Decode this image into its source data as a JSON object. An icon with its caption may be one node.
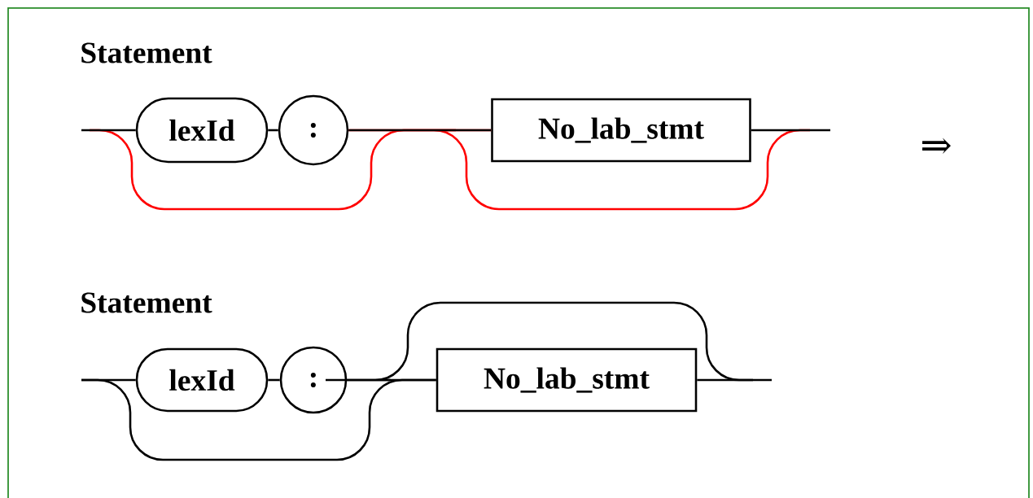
{
  "diagram": {
    "nodes": [
      {
        "text": [
          "lexId"
        ]
      },
      {
        "text": [
          ":"
        ]
      },
      {
        "text": [
          "No_lab_stmt"
        ]
      },
      {
        "text": [
          "lexId"
        ]
      },
      {
        "text": [
          ":"
        ]
      },
      {
        "text": [
          "No_lab_stmt"
        ]
      }
    ],
    "edges": [
      {
        "from": null,
        "to": 0,
        "arrow": "none"
      },
      {
        "from": 0,
        "to": 1,
        "arrow": "none"
      },
      {
        "from": 1,
        "to": 2,
        "arrow": "none"
      },
      {
        "from": 2,
        "to": null,
        "arrow": "none"
      },
      {
        "from": null,
        "to": 2,
        "arrow": "none",
        "color": "#ff0000"
      },
      {
        "from": 1,
        "to": null,
        "arrow": "none",
        "color": "#ff0000"
      },
      {
        "from": null,
        "to": 3,
        "arrow": "none"
      },
      {
        "from": 3,
        "to": 4,
        "arrow": "none"
      },
      {
        "from": 4,
        "to": 5,
        "arrow": "none"
      },
      {
        "from": 5,
        "to": null,
        "arrow": "none"
      },
      {
        "from": null,
        "to": 5,
        "arrow": "none"
      },
      {
        "from": 4,
        "to": null,
        "arrow": "none"
      }
    ],
    "labels": [
      "Statement",
      "⇒",
      "Statement"
    ]
  }
}
